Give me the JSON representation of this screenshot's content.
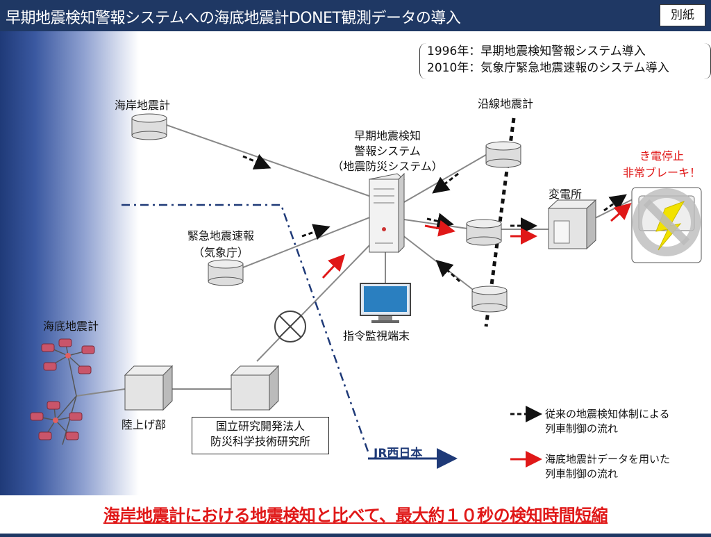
{
  "header": {
    "title": "早期地震検知警報システムへの海底地震計DONET観測データの導入",
    "appendix": "別紙"
  },
  "history": {
    "line1": "1996年：早期地震検知警報システム導入",
    "line2": "2010年：気象庁緊急地震速報のシステム導入"
  },
  "nodes": {
    "coastal_seismometer": "海岸地震計",
    "jma_line1": "緊急地震速報",
    "jma_line2": "（気象庁）",
    "ocean_seismometer": "海底地震計",
    "landing": "陸上げ部",
    "nied_line1": "国立研究開発法人",
    "nied_line2": "防災科学技術研究所",
    "system_line1": "早期地震検知",
    "system_line2": "警報システム",
    "system_line3": "（地震防災システム）",
    "terminal": "指令監視端末",
    "trackside": "沿線地震計",
    "substation": "変電所",
    "stop_line1": "き電停止",
    "stop_line2": "非常ブレーキ！",
    "jr": "JR西日本"
  },
  "legend": {
    "black_line1": "従来の地震検知体制による",
    "black_line2": "列車制御の流れ",
    "red_line1": "海底地震計データを用いた",
    "red_line2": "列車制御の流れ"
  },
  "colors": {
    "header": "#1f3864",
    "red_flow": "#e01818",
    "black_flow": "#111111",
    "boundary": "#1f3a78"
  },
  "footer": {
    "conclusion": "海岸地震計における地震検知と比べて、最大約１０秒の検知時間短縮"
  }
}
